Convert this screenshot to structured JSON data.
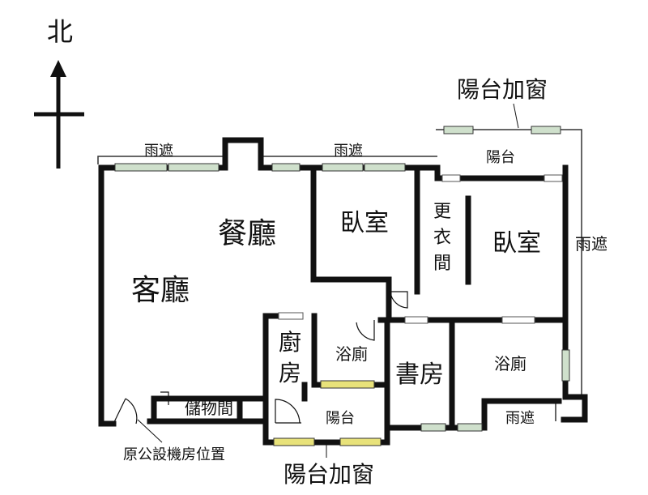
{
  "compass": {
    "north_label": "北"
  },
  "rooms": {
    "living_room": "客廳",
    "dining_room": "餐廳",
    "bedroom_1": "臥室",
    "bedroom_2": "臥室",
    "dressing_room": [
      "更",
      "衣",
      "間"
    ],
    "kitchen": [
      "廚",
      "房"
    ],
    "bath_1": "浴廁",
    "bath_2": "浴廁",
    "study": "書房",
    "storage": "儲物間",
    "balcony_top": "陽台",
    "balcony_bottom": "陽台"
  },
  "eaves": {
    "top_left": "雨遮",
    "top_mid": "雨遮",
    "right": "雨遮",
    "bottom_right": "雨遮"
  },
  "annotations": {
    "balcony_window_top": "陽台加窗",
    "balcony_window_bottom": "陽台加窗",
    "machine_room": "原公設機房位置"
  },
  "colors": {
    "wall": "#111111",
    "window_fill": "#cfe0cc",
    "window_fill_yellow": "#e8e27a",
    "background": "#ffffff"
  }
}
